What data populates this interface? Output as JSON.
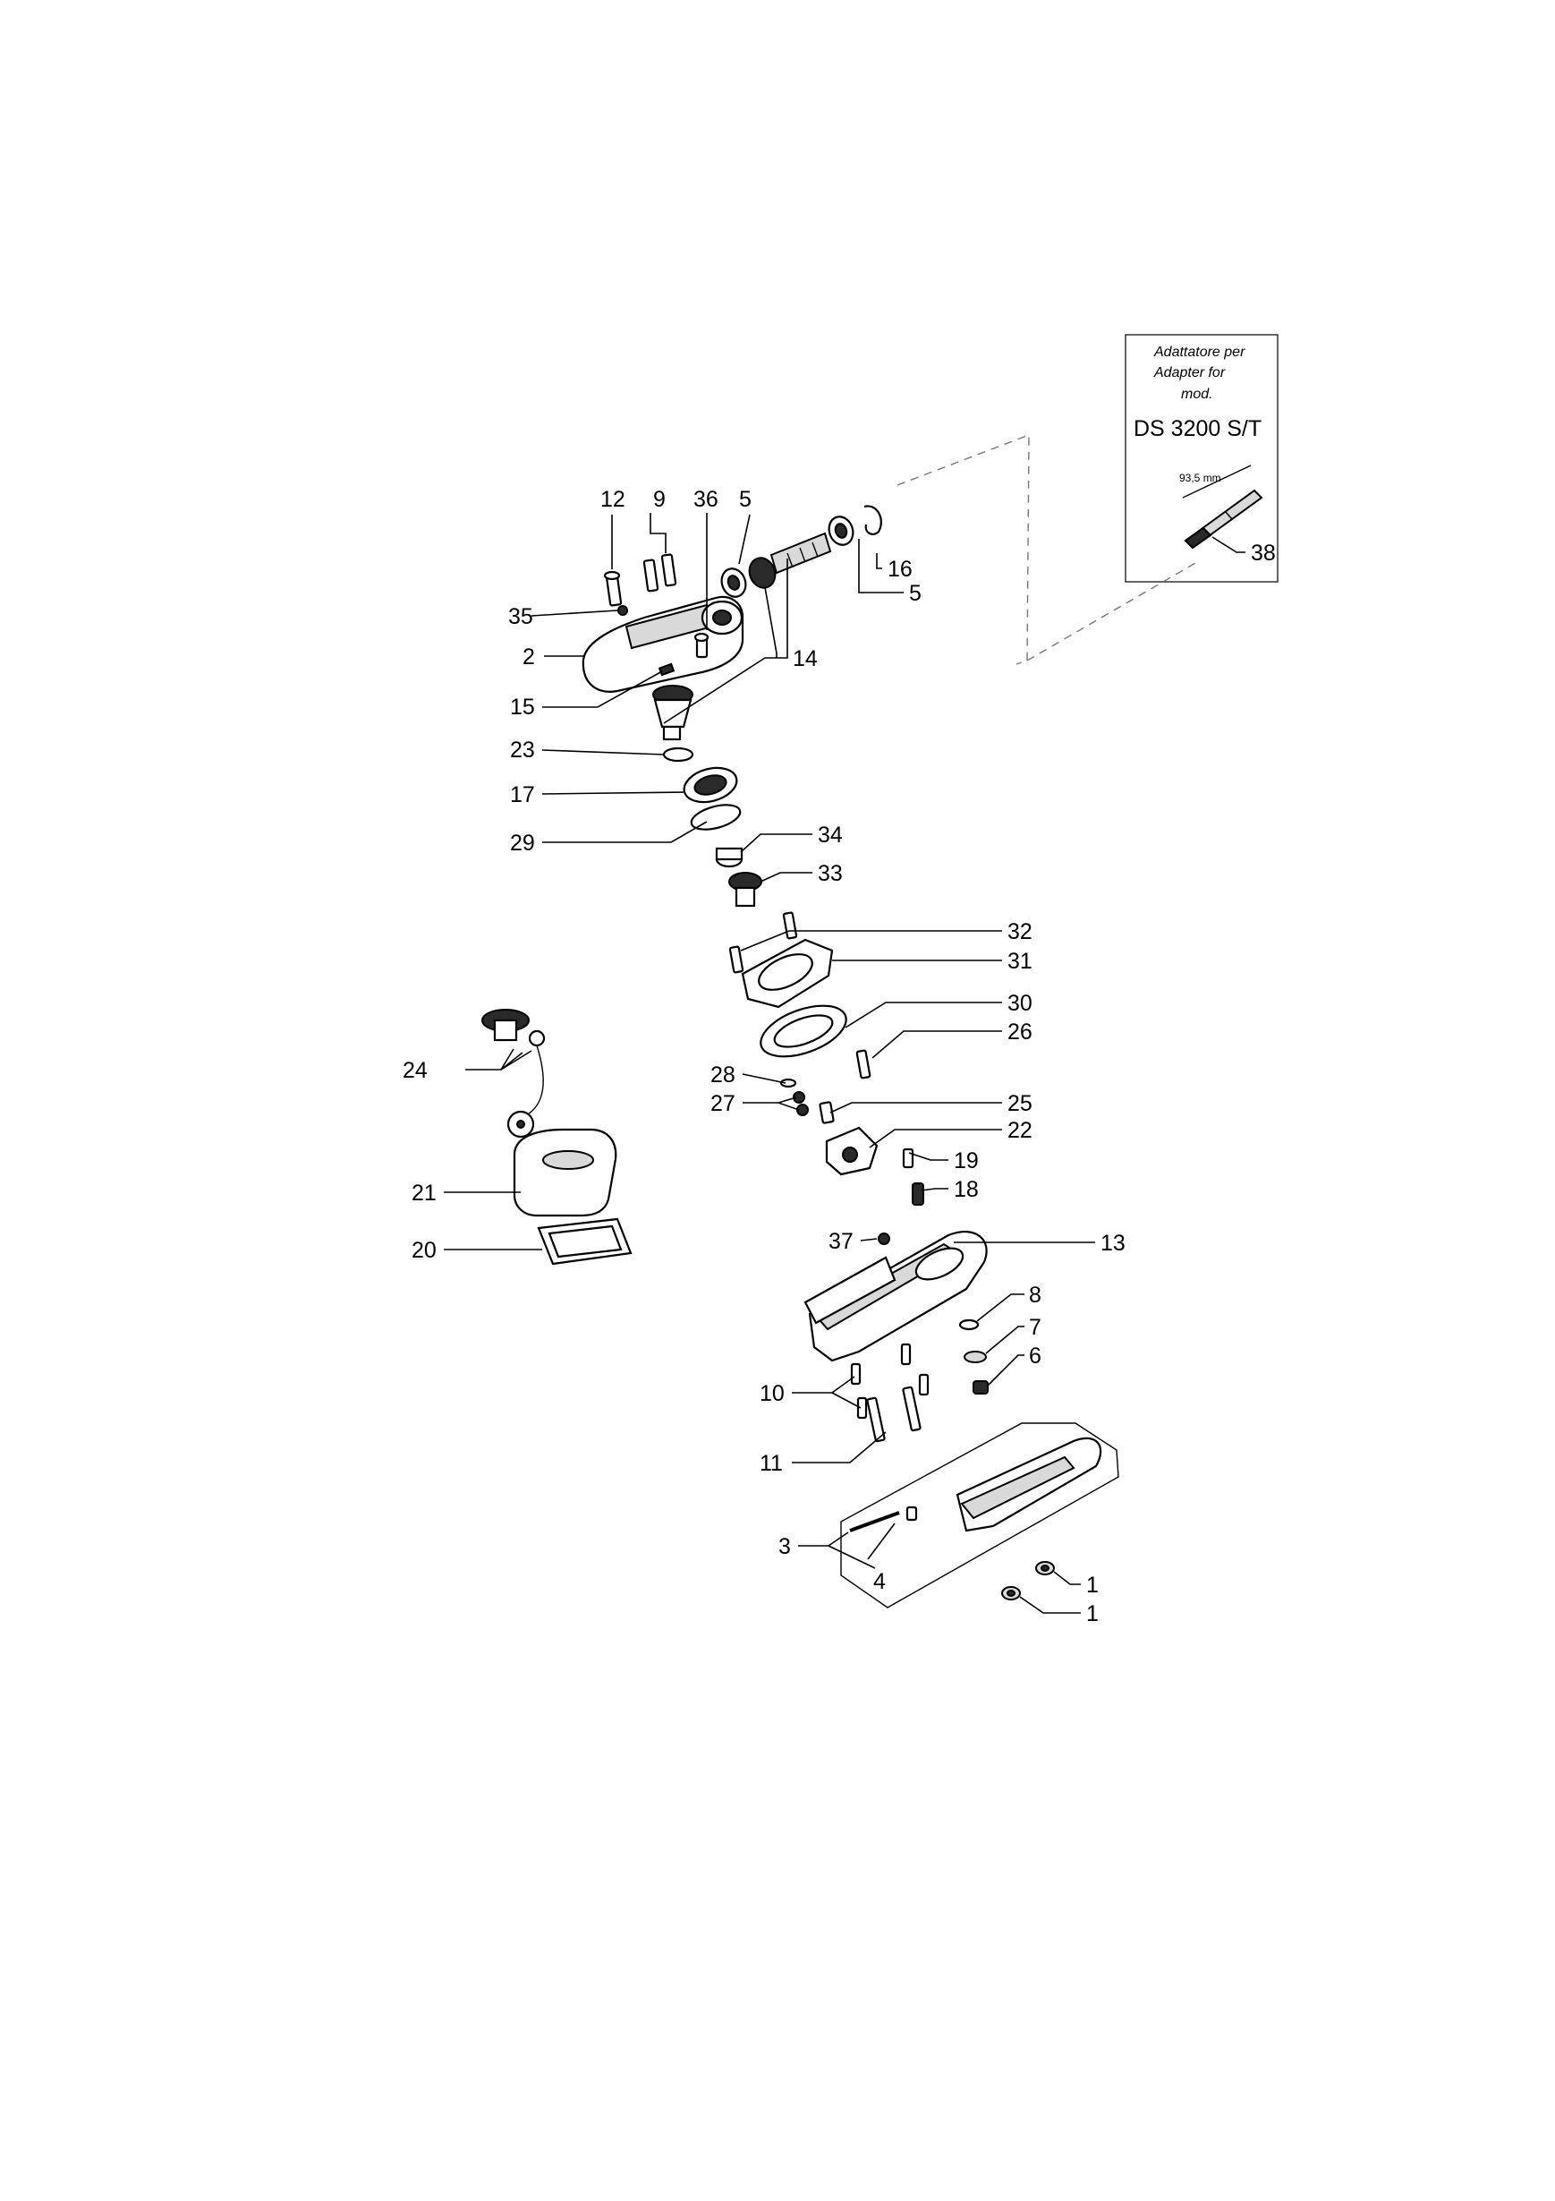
{
  "inset": {
    "line1": "Adattatore per",
    "line2": "Adapter for",
    "line3": "mod.",
    "model": "DS 3200 S/T",
    "dimension": "93,5 mm"
  },
  "callouts": [
    "1",
    "1",
    "2",
    "3",
    "4",
    "5",
    "5",
    "6",
    "7",
    "8",
    "9",
    "10",
    "11",
    "12",
    "13",
    "14",
    "15",
    "16",
    "17",
    "18",
    "19",
    "20",
    "21",
    "22",
    "23",
    "24",
    "25",
    "26",
    "27",
    "28",
    "29",
    "30",
    "31",
    "32",
    "33",
    "34",
    "35",
    "36",
    "37",
    "38"
  ]
}
